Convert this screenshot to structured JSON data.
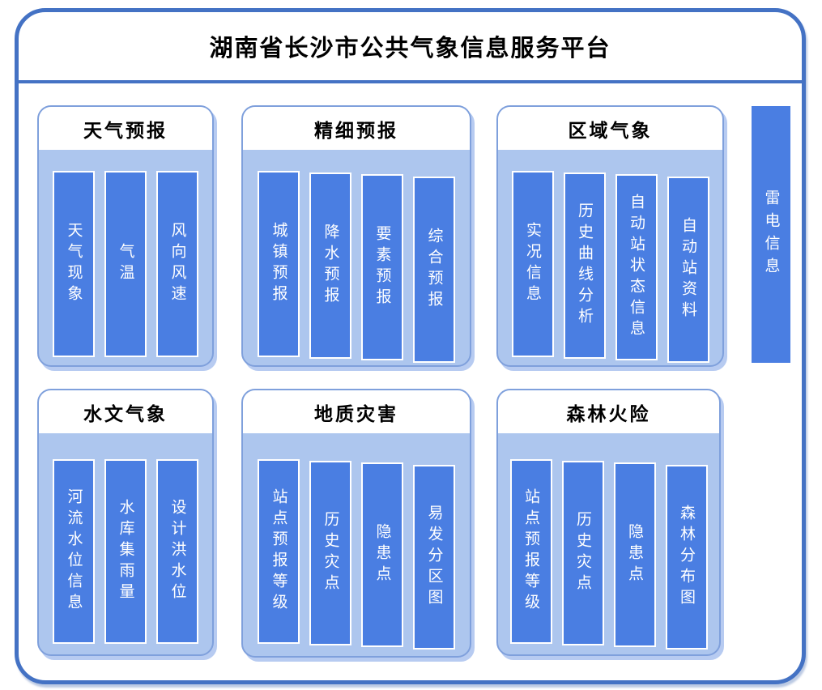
{
  "title": "湖南省长沙市公共气象信息服务平台",
  "colors": {
    "frame_border": "#4472C4",
    "panel_border": "#7FA0DC",
    "panel_fill": "#ADC6EE",
    "panel_header_fill": "#FFFFFF",
    "bar_fill": "#4A7EE2",
    "bar_border": "#FFFFFF",
    "bar_text": "#FFFFFF",
    "title_text": "#000000"
  },
  "sections": [
    {
      "title": "天气预报",
      "items": [
        "天气现象",
        "气温",
        "风向风速"
      ]
    },
    {
      "title": "精细预报",
      "items": [
        "城镇预报",
        "降水预报",
        "要素预报",
        "综合预报"
      ]
    },
    {
      "title": "区域气象",
      "items": [
        "实况信息",
        "历史曲线分析",
        "自动站状态信息",
        "自动站资料"
      ]
    },
    {
      "title": "水文气象",
      "items": [
        "河流水位信息",
        "水库集雨量",
        "设计洪水位"
      ]
    },
    {
      "title": "地质灾害",
      "items": [
        "站点预报等级",
        "历史灾点",
        "隐患点",
        "易发分区图"
      ]
    },
    {
      "title": "森林火险",
      "items": [
        "站点预报等级",
        "历史灾点",
        "隐患点",
        "森林分布图"
      ]
    }
  ],
  "side_bar": {
    "label": "雷电信息"
  }
}
